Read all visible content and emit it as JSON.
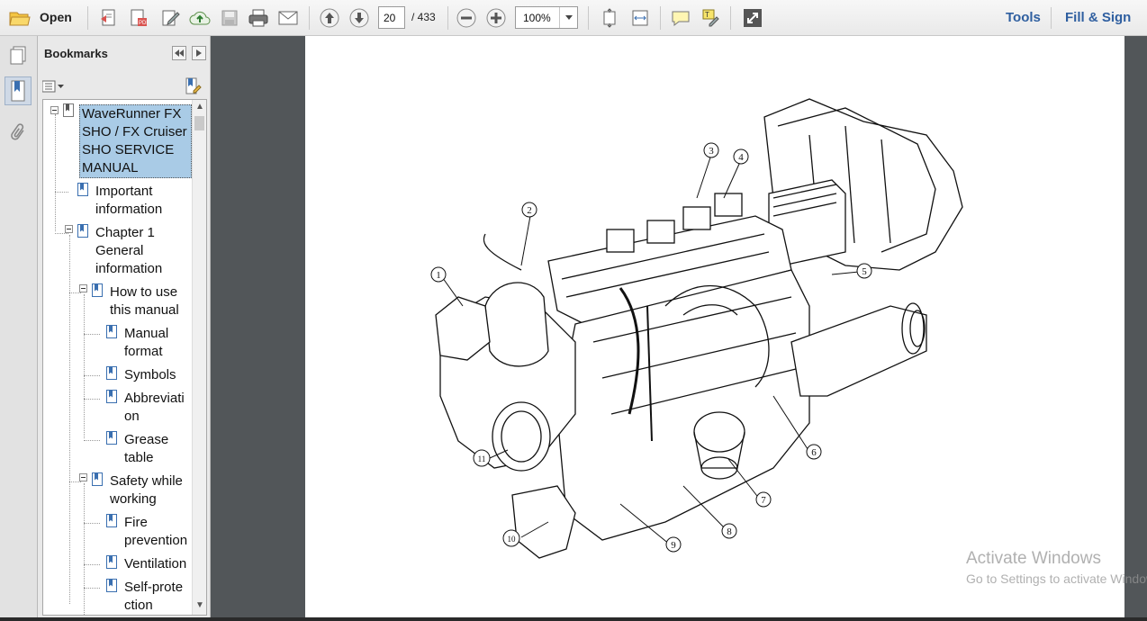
{
  "toolbar": {
    "open_label": "Open",
    "page_current": "20",
    "page_total": "/ 433",
    "zoom": "100%",
    "tools_label": "Tools",
    "fill_sign_label": "Fill & Sign",
    "icons": [
      "folder-open-icon",
      "create-pdf-icon",
      "export-pdf-icon",
      "edit-icon",
      "upload-icon",
      "save-icon",
      "print-icon",
      "email-icon",
      "prev-page-icon",
      "next-page-icon",
      "zoom-out-icon",
      "zoom-in-icon",
      "fit-page-icon",
      "fit-width-icon",
      "comment-icon",
      "highlight-icon",
      "fullscreen-icon"
    ]
  },
  "bookmarks": {
    "title": "Bookmarks",
    "items": [
      {
        "label": "WaveRunner FX SHO / FX Cruiser SHO SERVICE MANUAL",
        "lines": [
          "WaveRunner FX",
          "SHO / FX Cruiser",
          "SHO SERVICE",
          "MANUAL"
        ],
        "level": 0,
        "selected": true,
        "toggle": true
      },
      {
        "label": "Important information",
        "lines": [
          "Important",
          "information"
        ],
        "level": 1
      },
      {
        "label": "Chapter 1 General information",
        "lines": [
          "Chapter 1",
          "General",
          "information"
        ],
        "level": 1,
        "toggle": true
      },
      {
        "label": "How to use this manual",
        "lines": [
          "How to use",
          "this manual"
        ],
        "level": 2,
        "toggle": true
      },
      {
        "label": "Manual format",
        "lines": [
          "Manual",
          "format"
        ],
        "level": 3
      },
      {
        "label": "Symbols",
        "lines": [
          "Symbols"
        ],
        "level": 3
      },
      {
        "label": "Abbreviation",
        "lines": [
          "Abbreviati",
          "on"
        ],
        "level": 3
      },
      {
        "label": "Grease table",
        "lines": [
          "Grease",
          "table"
        ],
        "level": 3
      },
      {
        "label": "Safety while working",
        "lines": [
          "Safety while",
          "working"
        ],
        "level": 2,
        "toggle": true
      },
      {
        "label": "Fire prevention",
        "lines": [
          "Fire",
          "prevention"
        ],
        "level": 3
      },
      {
        "label": "Ventilation",
        "lines": [
          "Ventilation"
        ],
        "level": 3
      },
      {
        "label": "Self-protection",
        "lines": [
          "Self-prote",
          "ction"
        ],
        "level": 3
      }
    ]
  },
  "figure": {
    "callouts": [
      "1",
      "2",
      "3",
      "4",
      "5",
      "6",
      "7",
      "8",
      "9",
      "10",
      "11"
    ]
  },
  "watermark": {
    "line1": "Activate Windows",
    "line2": "Go to Settings to activate Windows."
  }
}
